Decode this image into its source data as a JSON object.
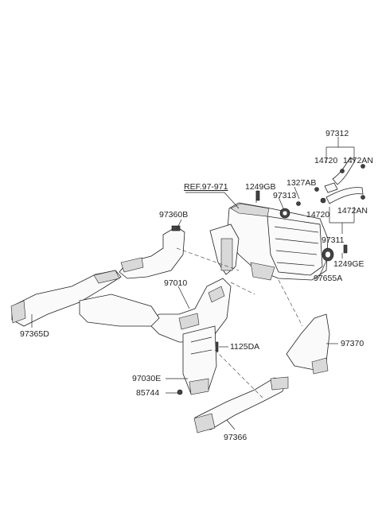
{
  "labels": {
    "p97312": "97312",
    "p14720_top": "14720",
    "p1472AN_top": "1472AN",
    "ref": "REF.97-971",
    "p1249GB": "1249GB",
    "p1327AB": "1327AB",
    "p97313": "97313",
    "p97360B": "97360B",
    "p14720_bot": "14720",
    "p1472AN_bot": "1472AN",
    "p97311": "97311",
    "p1249GE": "1249GE",
    "p97655A": "97655A",
    "p97010": "97010",
    "p97365D": "97365D",
    "p1125DA": "1125DA",
    "p97370": "97370",
    "p97030E": "97030E",
    "p85744": "85744",
    "p97366": "97366"
  }
}
